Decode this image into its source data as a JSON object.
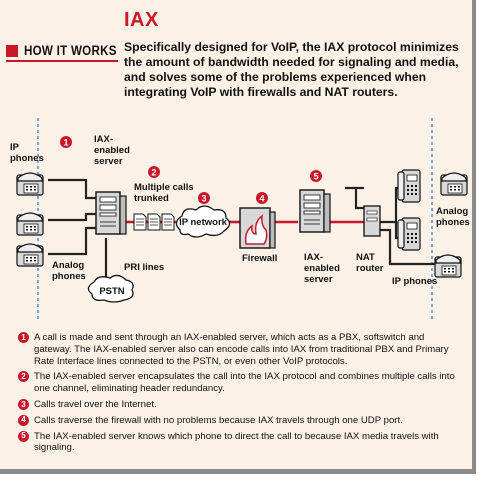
{
  "header": {
    "title": "IAX",
    "section_label": "HOW IT WORKS",
    "intro": "Specifically designed for VoIP, the IAX protocol minimizes the amount of bandwidth needed for signaling and media, and solves some of the problems experienced when integrating VoIP with firewalls and NAT routers."
  },
  "diagram": {
    "labels": {
      "ip_phones_left": [
        "IP",
        "phones"
      ],
      "iax_server_left": [
        "IAX-",
        "enabled",
        "server"
      ],
      "multiple_calls": [
        "Multiple calls",
        "trunked"
      ],
      "ip_network": "IP network",
      "firewall": "Firewall",
      "iax_server_right": [
        "IAX-",
        "enabled",
        "server"
      ],
      "nat_router": [
        "NAT",
        "router"
      ],
      "analog_phones_left": [
        "Analog",
        "phones"
      ],
      "pri_lines": "PRI lines",
      "pstn": "PSTN",
      "analog_phones_right": [
        "Analog",
        "phones"
      ],
      "ip_phones_right": "IP phones"
    },
    "step_numbers": [
      "1",
      "2",
      "3",
      "4",
      "5"
    ],
    "colors": {
      "accent": "#c8182a",
      "device": "#d8d8d8",
      "line": "#222222",
      "divider": "#3a7bc8"
    }
  },
  "notes": [
    {
      "num": "1",
      "text": "A call is made and sent through an IAX-enabled server, which acts as a PBX, softswitch and gateway. The IAX-enabled server also can encode calls into IAX from traditional PBX and Primary Rate Interface lines connected to the PSTN, or even other VoIP protocols."
    },
    {
      "num": "2",
      "text": "The IAX-enabled server encapsulates the call into the IAX protocol and combines multiple calls into one channel, eliminating header redundancy."
    },
    {
      "num": "3",
      "text": "Calls travel over the Internet."
    },
    {
      "num": "4",
      "text": "Calls traverse the firewall with no problems because IAX travels through one UDP port."
    },
    {
      "num": "5",
      "text": "The IAX-enabled server knows which phone to direct the call to because IAX media travels with signaling."
    }
  ]
}
